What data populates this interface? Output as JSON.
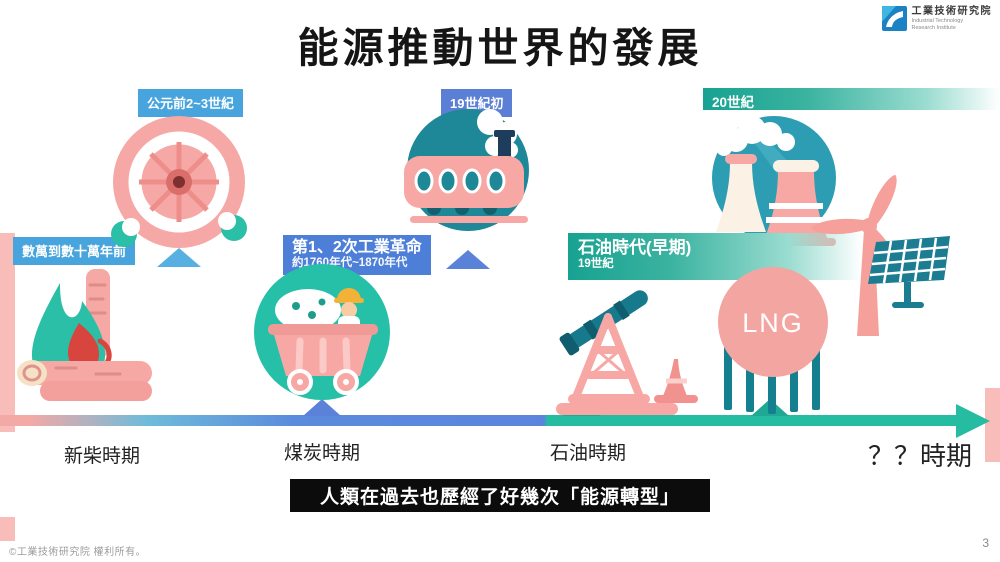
{
  "slide": {
    "title": "能源推動世界的發展",
    "page_number": "3",
    "footer_text": "©工業技術研究院 權利所有。"
  },
  "logo": {
    "org_zh": "工業技術研究院",
    "org_en_line1": "Industrial Technology",
    "org_en_line2": "Research Institute"
  },
  "era_badges": {
    "prehistoric": "數萬到數十萬年前",
    "waterwheel": "公元前2~3世紀",
    "industrial_line1": "第1、2次工業革命",
    "industrial_line2": "約1760年代~1870年代",
    "steam": "19世紀初",
    "oil_line1": "石油時代(早期)",
    "oil_line2": "19世紀",
    "modern": "20世紀"
  },
  "timeline": {
    "period_wood": "新柴時期",
    "period_coal": "煤炭時期",
    "period_oil": "石油時期",
    "period_future": "？？時期"
  },
  "banner": {
    "text": "人類在過去也歷經了好幾次「能源轉型」"
  },
  "lng": {
    "label": "LNG"
  },
  "colors": {
    "pink": "#F7A8A5",
    "teal_green": "#26BFA7",
    "dark_teal": "#1E8798",
    "plant_teal": "#2C9DB3",
    "sky_blue_badge": "#47A4DC",
    "indigo_badge": "#5B7FD5",
    "teal_bar_start": "#17A291",
    "timeline_blue": "#5B85DB",
    "timeline_teal": "#26BCA2",
    "banner_bg": "#0C0C0C",
    "flame_red": "#D8453F"
  }
}
